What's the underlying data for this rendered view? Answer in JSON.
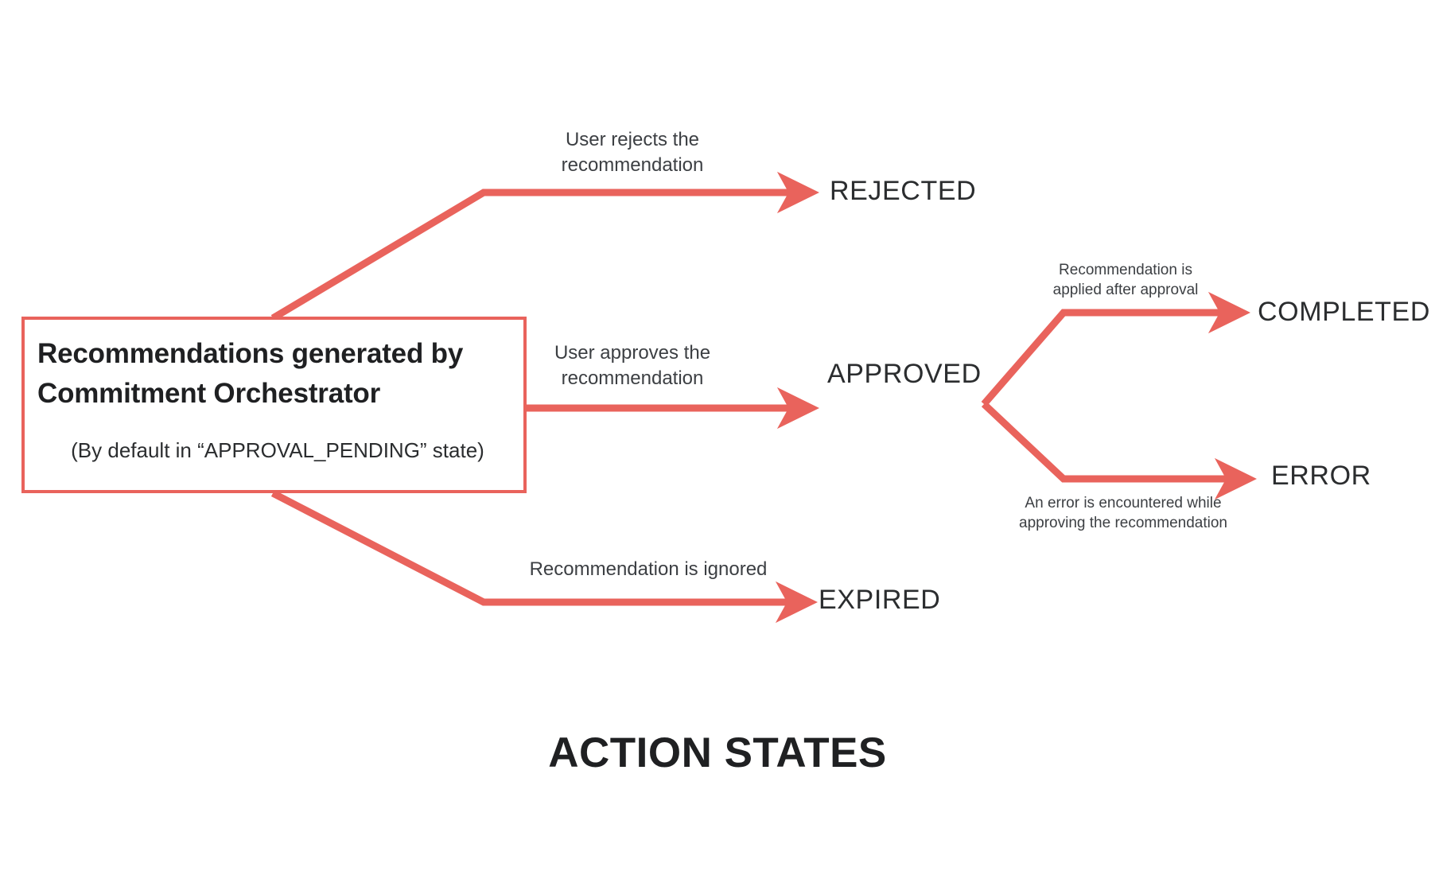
{
  "theme": {
    "accent": "#e9635c",
    "text_dark": "#1f2022",
    "text_body": "#3c3f43",
    "background": "#ffffff"
  },
  "diagram": {
    "footer_title": "ACTION STATES",
    "source_node": {
      "title": "Recommendations generated by Commitment Orchestrator",
      "subtitle": "(By default in “APPROVAL_PENDING” state)"
    },
    "states": {
      "rejected": "REJECTED",
      "approved": "APPROVED",
      "completed": "COMPLETED",
      "error": "ERROR",
      "expired": "EXPIRED"
    },
    "edges": {
      "to_rejected": "User rejects the\nrecommendation",
      "to_approved": "User approves the\nrecommendation",
      "to_expired": "Recommendation is ignored",
      "to_completed": "Recommendation is\napplied after approval",
      "to_error": "An error is encountered while\napproving the recommendation"
    }
  }
}
